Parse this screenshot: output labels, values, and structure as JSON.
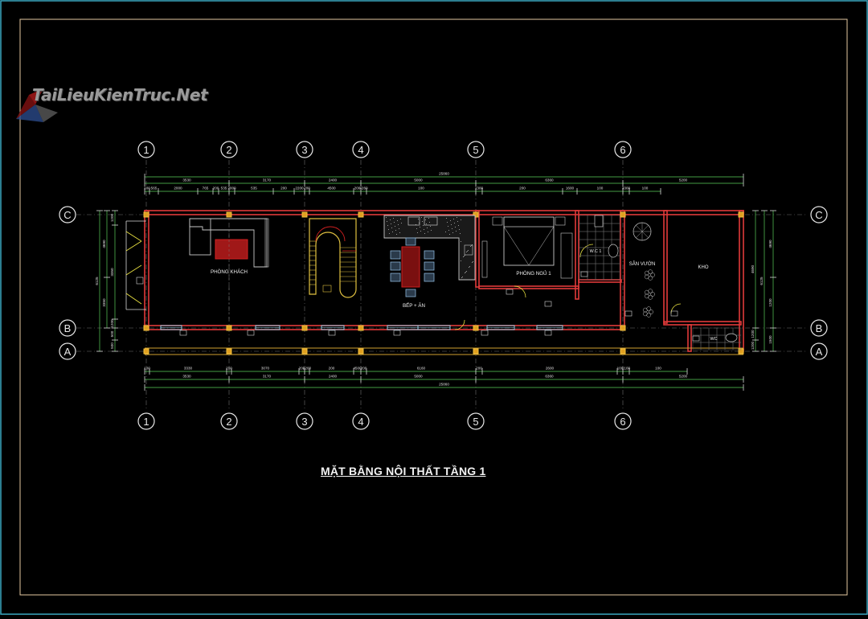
{
  "watermark": {
    "text": "TaiLieuKienTruc.Net"
  },
  "drawing": {
    "title": "MẶT BẰNG NỘI THẤT TẦNG 1",
    "grid_columns": [
      "1",
      "2",
      "3",
      "4",
      "5",
      "6"
    ],
    "grid_rows": [
      "C",
      "B",
      "A"
    ],
    "rooms": {
      "living": "PHÒNG KHÁCH",
      "kitchen": "BẾP + ĂN",
      "bedroom": "PHÒNG NGỦ 1",
      "wc1": "W.C 1",
      "garden": "SÂN VƯỜN",
      "storage": "KHO",
      "wc": "WC"
    },
    "dims_top": {
      "total": "25860",
      "row2": [
        "3530",
        "3170",
        "2400",
        "5000",
        "6360",
        "5200"
      ],
      "row3": [
        "100",
        "565",
        "2000",
        "765",
        "200",
        "535",
        "2000",
        "535",
        "200",
        "2200",
        "200",
        "4500",
        "200",
        "4260",
        "100",
        "1300",
        "200",
        "1600",
        "100",
        "3300",
        "100"
      ]
    },
    "dims_bottom": {
      "total": "25860",
      "row2": [
        "3530",
        "3170",
        "2400",
        "5000",
        "6360",
        "5200"
      ],
      "row1": [
        "100",
        "3330",
        "200",
        "3070",
        "200",
        "2200",
        "200",
        "4500",
        "200",
        "6160",
        "200",
        "2600",
        "100",
        "2100",
        "100"
      ]
    },
    "dims_left": [
      "4690",
      "3350",
      "6125",
      "1200",
      "1200",
      "500"
    ],
    "dims_right": [
      "4690",
      "6125",
      "1200",
      "1200",
      "1200",
      "1500"
    ]
  }
}
